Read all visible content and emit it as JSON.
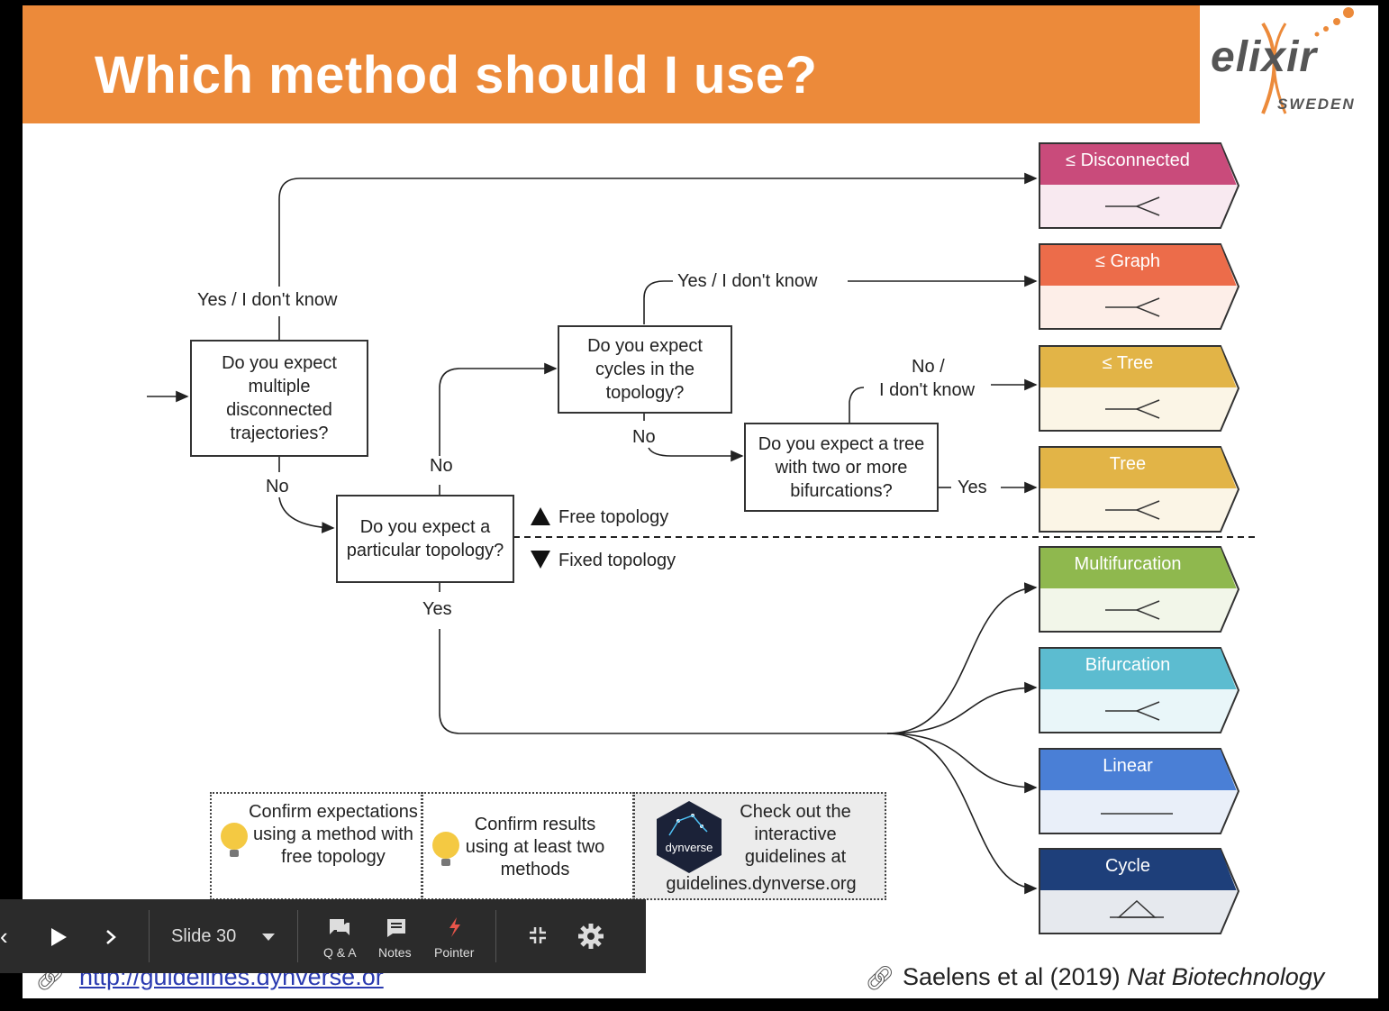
{
  "slide": {
    "title": "Which method should I use?",
    "logo": {
      "word": "elixir",
      "sub": "SWEDEN"
    },
    "flow": {
      "q1": "Do you expect multiple disconnected trajectories?",
      "q2": "Do you expect a particular topology?",
      "q3": "Do you expect cycles in the topology?",
      "q4": "Do you expect a tree with two or more bifurcations?",
      "yes_idk": "Yes / I don't know",
      "no": "No",
      "yes": "Yes",
      "no_slash": "No /",
      "idk": "I don't know",
      "free": "Free topology",
      "fixed": "Fixed topology"
    },
    "categories": [
      {
        "label": "≤ Disconnected",
        "color": "#c94b7b",
        "light": "#f8e9f0"
      },
      {
        "label": "≤ Graph",
        "color": "#ec6c4a",
        "light": "#fdeee8"
      },
      {
        "label": "≤ Tree",
        "color": "#e2b447",
        "light": "#fbf5e6"
      },
      {
        "label": "Tree",
        "color": "#e2b447",
        "light": "#fbf5e6"
      },
      {
        "label": "Multifurcation",
        "color": "#8fb84e",
        "light": "#f2f6e9"
      },
      {
        "label": "Bifurcation",
        "color": "#5cbcd0",
        "light": "#e9f6f9"
      },
      {
        "label": "Linear",
        "color": "#4a7fd6",
        "light": "#e9eff9"
      },
      {
        "label": "Cycle",
        "color": "#1e3f7a",
        "light": "#e6e9ee"
      }
    ],
    "tips": {
      "t1": "Confirm expectations using a method with free topology",
      "t2": "Confirm results using at least two methods",
      "t3": "Check out the interactive guidelines at",
      "t3_url": "guidelines.dynverse.org",
      "badge": "dynverse"
    },
    "footer": {
      "link": "http://guidelines.dynverse.or",
      "ref": "Saelens et al (2019)",
      "journal": "Nat Biotechnology"
    }
  },
  "controls": {
    "slide_label": "Slide 30",
    "qa": "Q & A",
    "notes": "Notes",
    "pointer": "Pointer"
  }
}
